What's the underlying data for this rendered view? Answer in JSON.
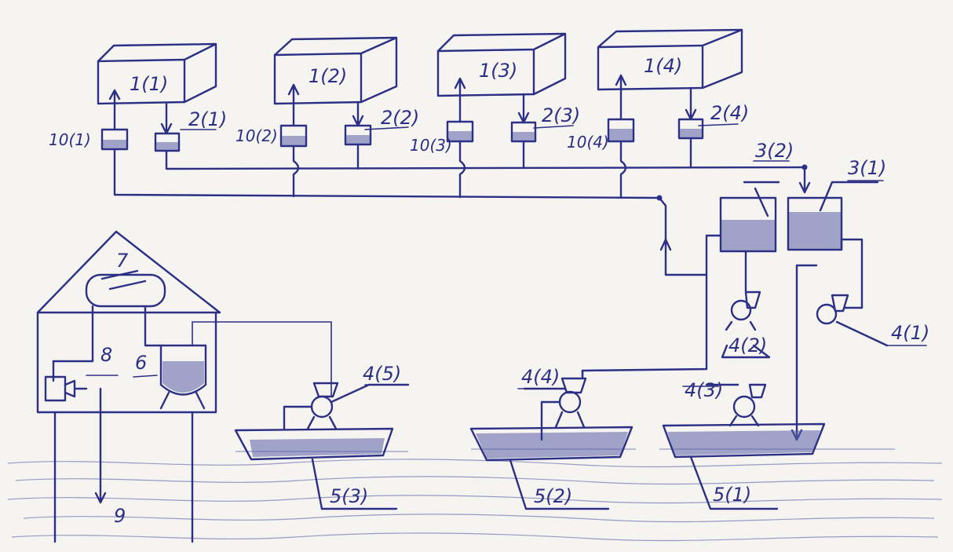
{
  "labels": {
    "tank_1_1": "1(1)",
    "tank_1_2": "1(2)",
    "tank_1_3": "1(3)",
    "tank_1_4": "1(4)",
    "valve_2_1": "2(1)",
    "valve_2_2": "2(2)",
    "valve_2_3": "2(3)",
    "valve_2_4": "2(4)",
    "valve_10_1": "10(1)",
    "valve_10_2": "10(2)",
    "valve_10_3": "10(3)",
    "valve_10_4": "10(4)",
    "vessel_3_1": "3(1)",
    "vessel_3_2": "3(2)",
    "pump_4_1": "4(1)",
    "pump_4_2": "4(2)",
    "pump_4_3": "4(3)",
    "pump_4_4": "4(4)",
    "pump_4_5": "4(5)",
    "boat_5_1": "5(1)",
    "boat_5_2": "5(2)",
    "boat_5_3": "5(3)",
    "item_6": "6",
    "item_7": "7",
    "item_8": "8",
    "item_9": "9"
  },
  "colors": {
    "ink": "#2c2f86",
    "paper": "#f5f4f0"
  }
}
